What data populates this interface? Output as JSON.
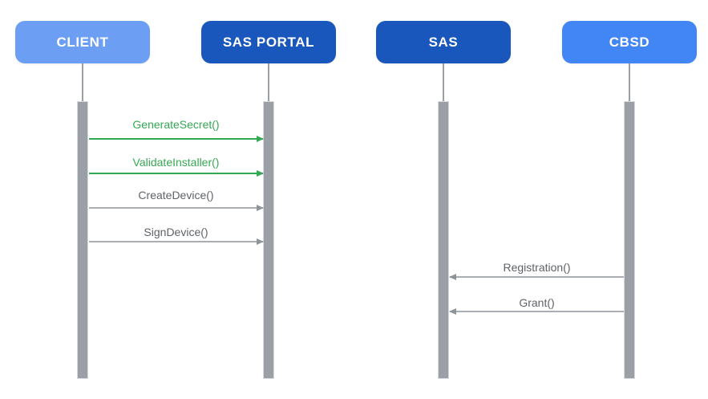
{
  "diagram": {
    "type": "sequence-diagram",
    "actors": [
      {
        "id": "client",
        "label": "CLIENT",
        "color": "#6c9ff3"
      },
      {
        "id": "sas-portal",
        "label": "SAS PORTAL",
        "color": "#1a57bd"
      },
      {
        "id": "sas",
        "label": "SAS",
        "color": "#1a57bd"
      },
      {
        "id": "cbsd",
        "label": "CBSD",
        "color": "#4285f4"
      }
    ],
    "messages": [
      {
        "label": "GenerateSecret()",
        "from": "client",
        "to": "sas-portal",
        "direction": "right",
        "color": "#34a853"
      },
      {
        "label": "ValidateInstaller()",
        "from": "client",
        "to": "sas-portal",
        "direction": "right",
        "color": "#34a853"
      },
      {
        "label": "CreateDevice()",
        "from": "client",
        "to": "sas-portal",
        "direction": "right",
        "color": "#5f6368"
      },
      {
        "label": "SignDevice()",
        "from": "client",
        "to": "sas-portal",
        "direction": "right",
        "color": "#5f6368"
      },
      {
        "label": "Registration()",
        "from": "cbsd",
        "to": "sas",
        "direction": "left",
        "color": "#5f6368"
      },
      {
        "label": "Grant()",
        "from": "cbsd",
        "to": "sas",
        "direction": "left",
        "color": "#5f6368"
      }
    ],
    "colors": {
      "lifeline_bar": "#9aa0a6",
      "gray_arrow_line": "#aaaeb3",
      "green_accent": "#34a853",
      "background": "#ffffff"
    }
  }
}
